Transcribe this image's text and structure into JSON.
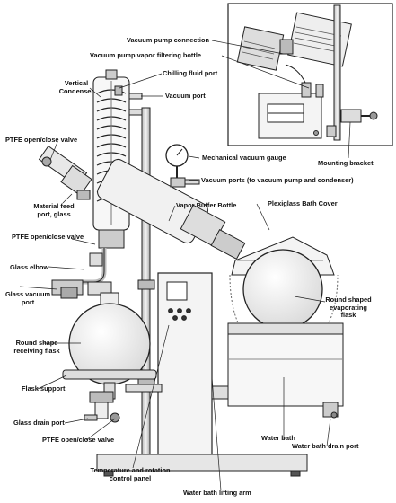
{
  "labels": {
    "vacuum_pump_connection": "Vacuum pump connection",
    "vacuum_pump_vapor_filtering_bottle": "Vacuum pump vapor filtering bottle",
    "chilling_fluid_port": "Chilling fluid port",
    "vertical_condenser_line1": "Vertical",
    "vertical_condenser_line2": "Condenser",
    "vacuum_port": "Vacuum port",
    "ptfe_valve_top": "PTFE open/close valve",
    "mechanical_vacuum_gauge": "Mechanical vacuum gauge",
    "mounting_bracket": "Mounting bracket",
    "vacuum_ports_to_pump_condenser": "Vacuum ports (to vacuum pump and condenser)",
    "material_feed_port_line1": "Material feed",
    "material_feed_port_line2": "port, glass",
    "vapor_buffer_bottle": "Vapor Buffer Bottle",
    "plexiglass_bath_cover": "Plexiglass Bath Cover",
    "ptfe_valve_middle": "PTFE open/close valve",
    "glass_elbow": "Glass elbow",
    "glass_vacuum_port_line1": "Glass vacuum",
    "glass_vacuum_port_line2": "port",
    "round_evaporating_flask_line1": "Round shaped",
    "round_evaporating_flask_line2": "evaporating",
    "round_evaporating_flask_line3": "flask",
    "round_receiving_flask_line1": "Round shape",
    "round_receiving_flask_line2": "receiving flask",
    "flask_support": "Flask support",
    "glass_drain_port": "Glass drain port",
    "ptfe_valve_bottom": "PTFE open/close valve",
    "water_bath": "Water bath",
    "water_bath_drain_port": "Water bath drain port",
    "temp_rotation_panel_line1": "Temperature and rotation",
    "temp_rotation_panel_line2": "control panel",
    "water_bath_lifting_arm": "Water bath lifting arm"
  }
}
